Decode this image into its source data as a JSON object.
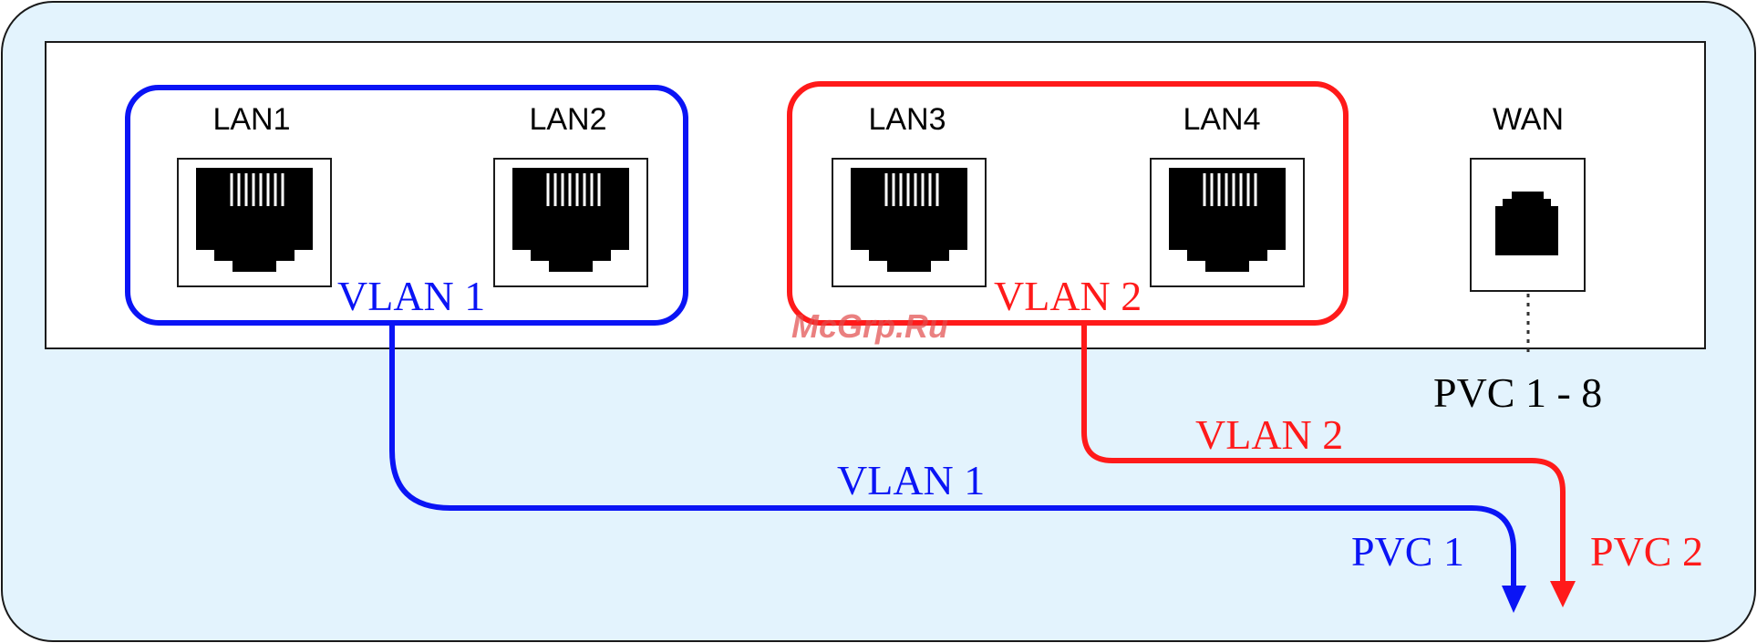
{
  "ports": {
    "lan1": "LAN1",
    "lan2": "LAN2",
    "lan3": "LAN3",
    "lan4": "LAN4",
    "wan": "WAN"
  },
  "groups": {
    "vlan1": {
      "label": "VLAN 1",
      "color": "#0a14f5"
    },
    "vlan2": {
      "label": "VLAN 2",
      "color": "#ff1a1a"
    }
  },
  "links": {
    "vlan1_path_label": "VLAN 1",
    "vlan2_path_label": "VLAN 2",
    "pvc1": "PVC 1",
    "pvc2": "PVC 2",
    "wan_pvc_range": "PVC 1 - 8"
  },
  "watermark": {
    "text": "McGrp.Ru"
  },
  "colors": {
    "background": "#e3f3fd",
    "panel": "#ffffff",
    "outline": "#1a1a1a",
    "jack": "#000000"
  }
}
